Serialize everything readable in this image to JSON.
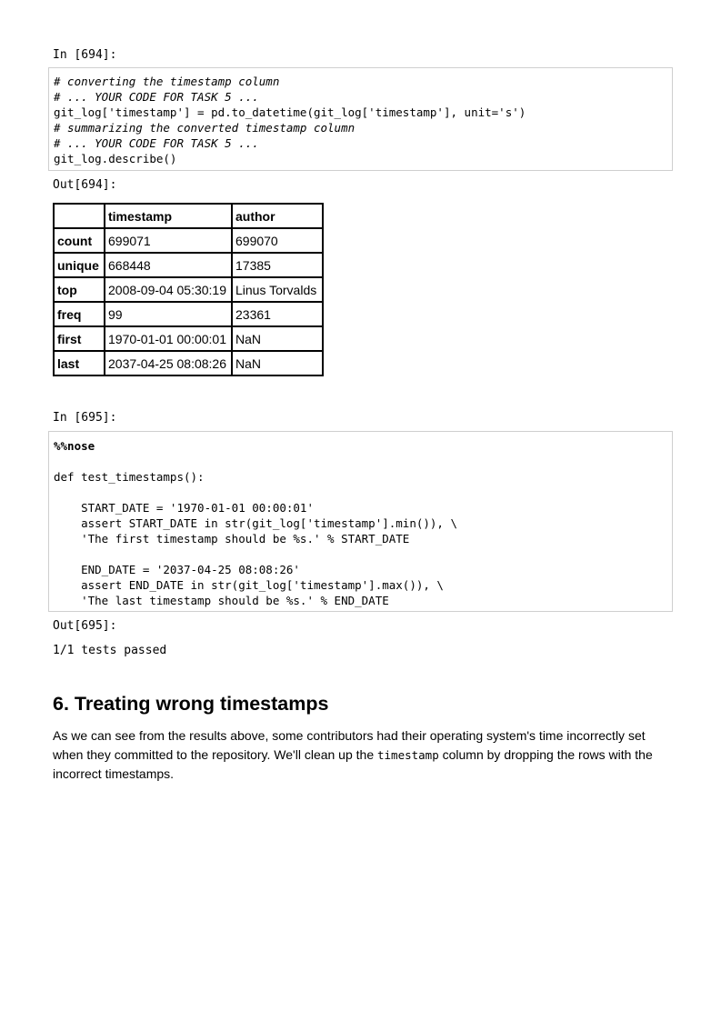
{
  "cell1": {
    "in_prompt": "In [694]:",
    "code_lines": [
      "# converting the timestamp column",
      "# ... YOUR CODE FOR TASK 5 ...",
      "git_log['timestamp'] = pd.to_datetime(git_log['timestamp'], unit='s')",
      "# summarizing the converted timestamp column",
      "# ... YOUR CODE FOR TASK 5 ...",
      "git_log.describe()"
    ],
    "out_prompt": "Out[694]:",
    "table": {
      "columns": [
        "",
        "timestamp",
        "author"
      ],
      "rows": [
        {
          "index": "count",
          "timestamp": "699071",
          "author": "699070"
        },
        {
          "index": "unique",
          "timestamp": "668448",
          "author": "17385"
        },
        {
          "index": "top",
          "timestamp": "2008-09-04 05:30:19",
          "author": "Linus Torvalds"
        },
        {
          "index": "freq",
          "timestamp": "99",
          "author": "23361"
        },
        {
          "index": "first",
          "timestamp": "1970-01-01 00:00:01",
          "author": "NaN"
        },
        {
          "index": "last",
          "timestamp": "2037-04-25 08:08:26",
          "author": "NaN"
        }
      ]
    }
  },
  "cell2": {
    "in_prompt": "In [695]:",
    "code_lines": [
      "%%nose",
      "",
      "def test_timestamps():",
      "",
      "    START_DATE = '1970-01-01 00:00:01'",
      "    assert START_DATE in str(git_log['timestamp'].min()), \\",
      "    'The first timestamp should be %s.' % START_DATE",
      "",
      "    END_DATE = '2037-04-25 08:08:26'",
      "    assert END_DATE in str(git_log['timestamp'].max()), \\",
      "    'The last timestamp should be %s.' % END_DATE"
    ],
    "out_prompt": "Out[695]:",
    "output_text": "1/1 tests passed"
  },
  "markdown": {
    "heading": "6. Treating wrong timestamps",
    "paragraph_before_code": "As we can see from the results above, some contributors had their operating system's time incorrectly set when they committed to the repository. We'll clean up the ",
    "inline_code": "timestamp",
    "paragraph_after_code": " column by dropping the rows with the incorrect timestamps."
  }
}
